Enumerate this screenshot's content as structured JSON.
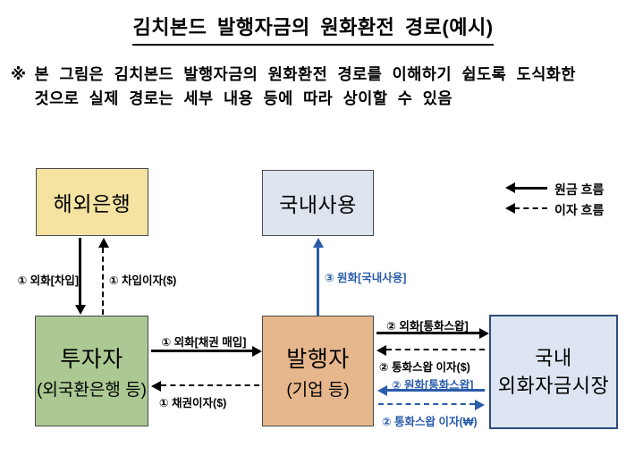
{
  "title": "김치본드 발행자금의 원화환전 경로(예시)",
  "note": {
    "marker": "※",
    "line1": "본 그림은 김치본드 발행자금의 원화환전 경로를 이해하기 쉽도록 도식화한",
    "line2": "것으로 실제 경로는 세부 내용 등에 따라 상이할 수 있음"
  },
  "legend": {
    "principal_flow": "원금 흐름",
    "interest_flow": "이자 흐름"
  },
  "boxes": {
    "overseas_bank": {
      "label": "해외은행",
      "fill": "#F5E3A2"
    },
    "domestic_use": {
      "label": "국내사용",
      "fill": "#DDE4EE"
    },
    "investor": {
      "label": "투자자",
      "sub": "(외국환은행 등)",
      "fill": "#ACC993"
    },
    "issuer": {
      "label": "발행자",
      "sub": "(기업 등)",
      "fill": "#E6B68C"
    },
    "fx_market": {
      "line1": "국내",
      "line2": "외화자금시장",
      "fill": "#DCE5F1"
    }
  },
  "flows": {
    "fx_borrow": "① 외화[차입]",
    "borrow_interest": "① 차입이자($)",
    "fx_bond_purchase": "① 외화[채권 매입]",
    "bond_interest": "① 채권이자($)",
    "won_domestic_use": "③ 원화[국내사용]",
    "fx_swap": "② 외화[통화스왑]",
    "swap_interest_usd": "② 통화스왑 이자($)",
    "won_swap": "② 원화[통화스왑]",
    "swap_interest_krw": "② 통화스왑 이자(₩)"
  },
  "colors": {
    "accent_blue": "#2A5CAA",
    "arrow_black": "#000000",
    "market_border": "#2E4D7E"
  }
}
